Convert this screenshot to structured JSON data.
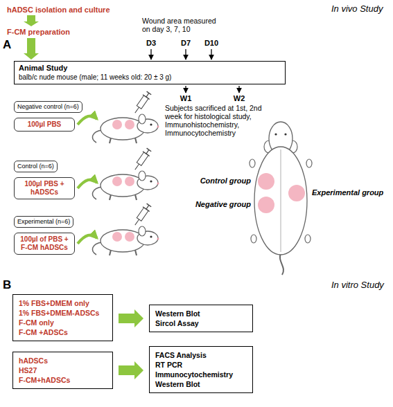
{
  "diagram": {
    "nodes": [
      {
        "text": [
          "Animal Study",
          "balb/c nude mouse (male; 11 weeks old: 20 ± 3 g)"
        ]
      },
      {
        "text": [
          "Negative control (n=6)"
        ]
      },
      {
        "text": [
          "100µl PBS"
        ]
      },
      {
        "text": [
          "Control (n=6)"
        ]
      },
      {
        "text": [
          "100µl PBS + hADSCs"
        ]
      },
      {
        "text": [
          "Experimental (n=6)"
        ]
      },
      {
        "text": [
          "100µl of PBS + F-CM hADSCs"
        ]
      },
      {
        "text": [
          "1% FBS+DMEM only",
          "1% FBS+DMEM-ADSCs",
          "F-CM only",
          "F-CM +ADSCs"
        ]
      },
      {
        "text": [
          "Western Blot",
          "Sircol Assay"
        ]
      },
      {
        "text": [
          "hADSCs",
          "HS27",
          "F-CM+hADSCs"
        ]
      },
      {
        "text": [
          "FACS Analysis",
          "RT PCR",
          "Immunocytochemistry",
          "Western Blot"
        ]
      }
    ],
    "edges": [
      {
        "from": 7,
        "to": 8,
        "arrow": "to"
      },
      {
        "from": 9,
        "to": 10,
        "arrow": "to"
      }
    ],
    "labels": [
      "A",
      "hADSC isolation and culture",
      "F-CM preparation",
      "In vivo Study",
      "Wound area measured on day 3, 7, 10",
      "D3",
      "D7",
      "D10",
      "W1",
      "W2",
      "Subjects sacrificed at 1st, 2nd week for histological study, Immunohistochemistry, Immunocytochemistry",
      "Control group",
      "Negative group",
      "Experimental group",
      "B",
      "In vitro Study"
    ]
  }
}
